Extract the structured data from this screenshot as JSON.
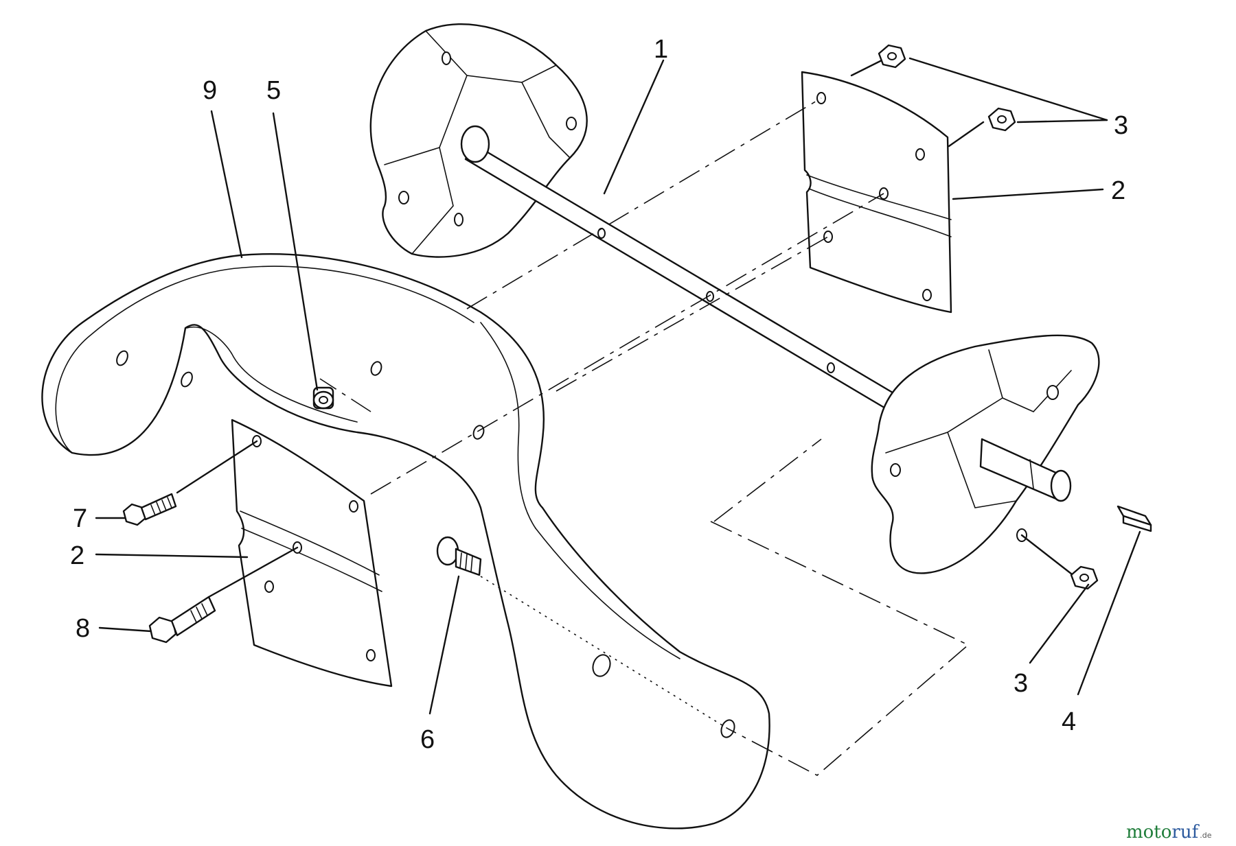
{
  "callouts": {
    "c1": "1",
    "c2_right": "2",
    "c2_left": "2",
    "c3_top": "3",
    "c3_bottom": "3",
    "c4": "4",
    "c5": "5",
    "c6": "6",
    "c7": "7",
    "c8": "8",
    "c9": "9"
  },
  "watermark": {
    "text_a": "moto",
    "text_b": "ruf",
    "suffix": ".de"
  },
  "colors": {
    "line": "#111111",
    "watermark_green": "#1f7d3a",
    "watermark_blue": "#2c5a9e"
  }
}
